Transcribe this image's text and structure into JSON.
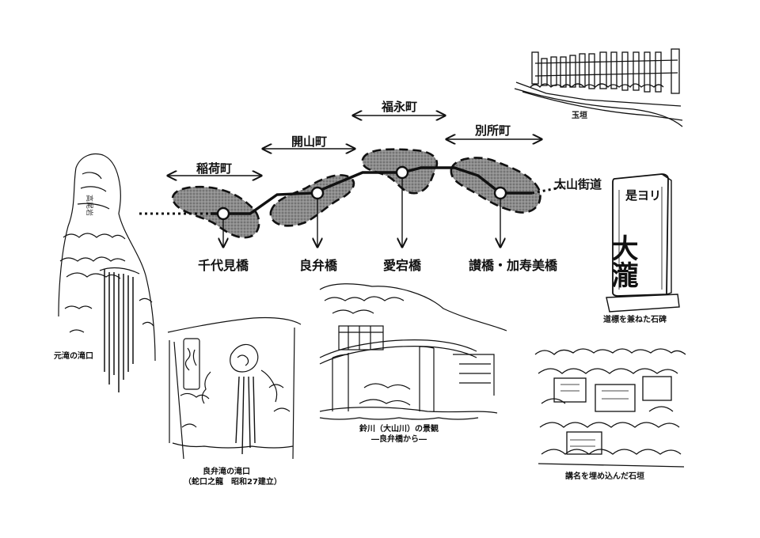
{
  "diagram": {
    "towns": [
      "稲荷町",
      "開山町",
      "福永町",
      "別所町"
    ],
    "road": "大山街道",
    "bridges": [
      "千代見橋",
      "良弁橋",
      "愛宕橋",
      "讃橋・加寿美橋"
    ]
  },
  "illustrations": {
    "tamagaki": "玉垣",
    "motodaki": "元滝の滝口",
    "roben_daki": {
      "line1": "良弁滝の滝口",
      "line2": "（蛇口之龍　昭和27建立）"
    },
    "suzukawa": {
      "line1": "鈴川（大山川）の景観",
      "line2": "―良弁橋から―"
    },
    "stone_marker": {
      "caption": "道標を兼ねた石碑",
      "inscription_small": "是ヨリ",
      "inscription_large": "大瀧"
    },
    "ishigaki": "講名を埋め込んだ石垣"
  }
}
